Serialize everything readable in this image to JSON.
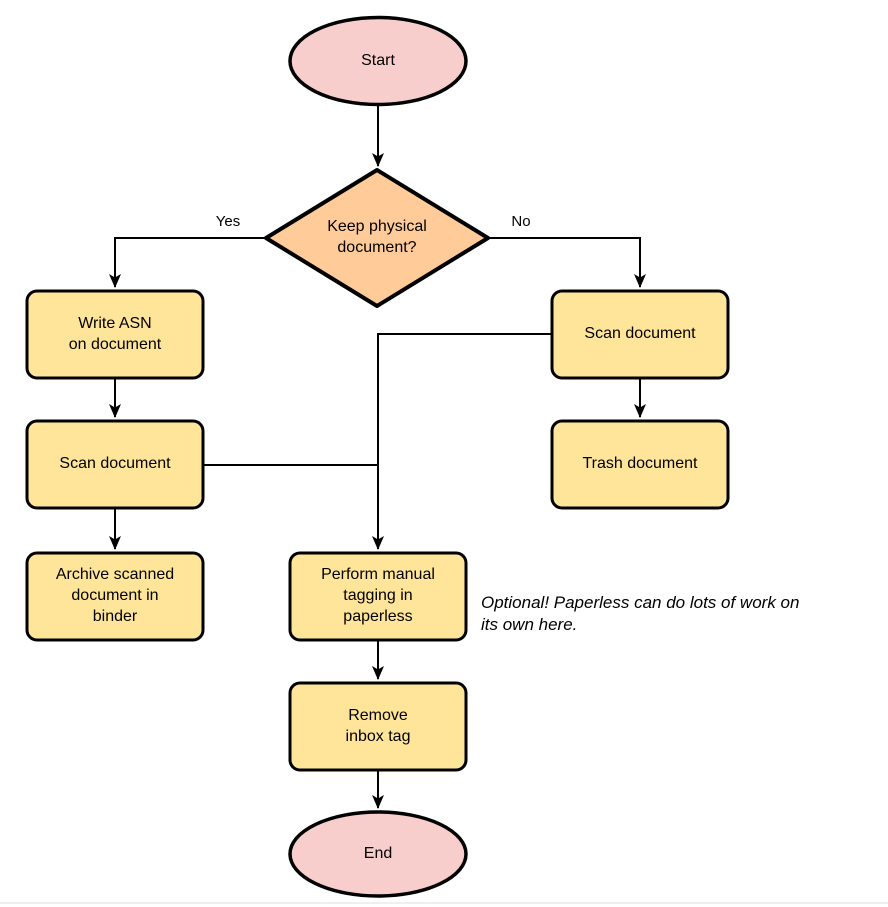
{
  "colors": {
    "pink": "#f8cecc",
    "orange": "#ffcc99",
    "yellow": "#ffe599",
    "stroke": "#000000",
    "background": "#ffffff"
  },
  "nodes": {
    "start": {
      "label": "Start"
    },
    "decision": {
      "label": "Keep physical\ndocument?"
    },
    "write_asn": {
      "label": "Write ASN\non document"
    },
    "scan_left": {
      "label": "Scan document"
    },
    "archive": {
      "label": "Archive scanned\ndocument in\nbinder"
    },
    "scan_right": {
      "label": "Scan document"
    },
    "trash": {
      "label": "Trash document"
    },
    "tagging": {
      "label": "Perform manual\ntagging in\npaperless"
    },
    "remove_inbox": {
      "label": "Remove\ninbox tag"
    },
    "end": {
      "label": "End"
    }
  },
  "edges": {
    "yes_label": "Yes",
    "no_label": "No"
  },
  "note": {
    "text": "Optional! Paperless can do lots of work on\nits own here."
  }
}
